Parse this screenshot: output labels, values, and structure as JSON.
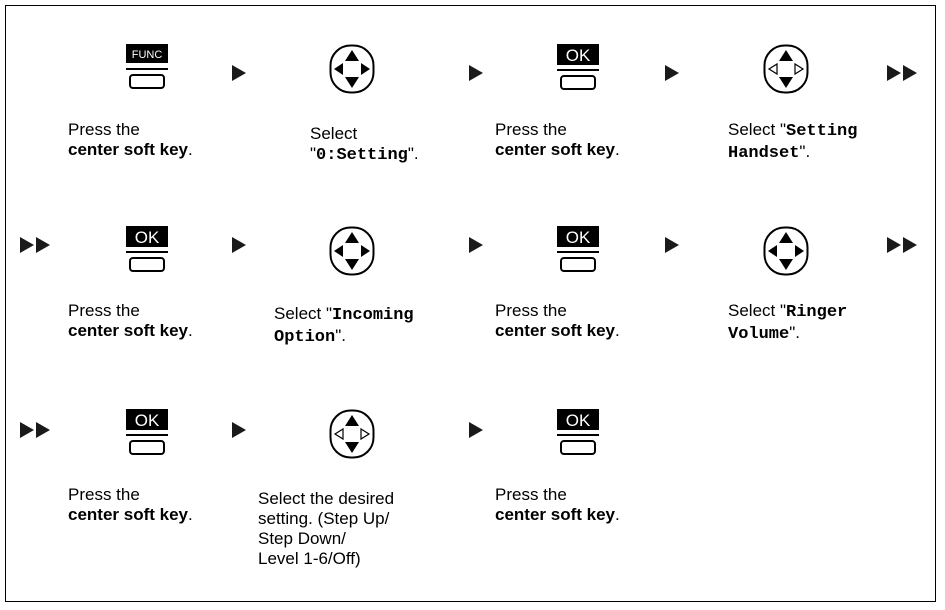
{
  "keys": {
    "func_label": "FUNC",
    "ok_label": "OK"
  },
  "colors": {
    "key_bg": "#000000",
    "key_text": "#ffffff",
    "line": "#000000",
    "arrow": "#1a1a1a"
  },
  "captions": {
    "press_the": "Press the",
    "center_soft_key": "center soft key",
    "period": ".",
    "select": "Select",
    "select_quote": "Select \"",
    "quote_end": "\".",
    "open_quote": "\"",
    "setting_0": "0:Setting",
    "setting_handset_1": "Setting",
    "setting_handset_2": "Handset",
    "incoming_option_1": "Incoming",
    "incoming_option_2": "Option",
    "ringer_volume_1": "Ringer",
    "ringer_volume_2": "Volume",
    "desired_1": "Select the desired",
    "desired_2": "setting. (Step Up/",
    "desired_3": "Step Down/",
    "desired_4": "Level 1-6/Off)"
  },
  "icons": {
    "arrow": "triangle-right-icon",
    "double_arrow": "double-triangle-right-icon",
    "navigator": "navigator-key-icon",
    "soft_key": "soft-key-icon"
  }
}
